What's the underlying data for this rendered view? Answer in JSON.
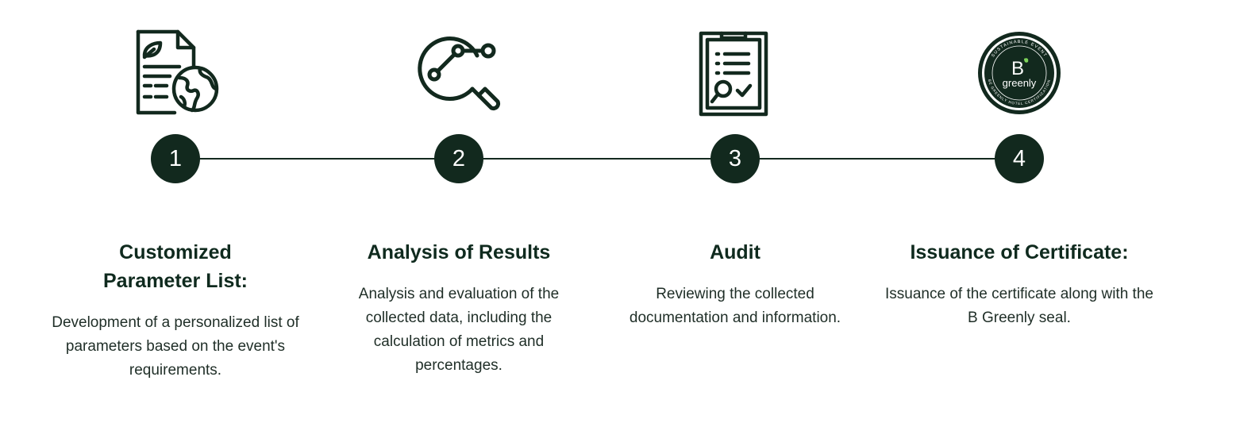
{
  "steps": [
    {
      "number": "1",
      "icon": "document-globe-icon",
      "title": "Customized Parameter List:",
      "description": "Development of a personalized list of parameters based on the event's requirements."
    },
    {
      "number": "2",
      "icon": "magnifier-analysis-icon",
      "title": "Analysis of Results",
      "description": "Analysis and evaluation of the collected data, including the calculation of metrics and percentages."
    },
    {
      "number": "3",
      "icon": "clipboard-audit-icon",
      "title": "Audit",
      "description": "Reviewing the collected documentation and information."
    },
    {
      "number": "4",
      "icon": "b-greenly-seal-icon",
      "title": "Issuance of Certificate:",
      "description": "Issuance of the certificate along with the B Greenly seal.",
      "seal": {
        "brand_mark": "B",
        "brand_name": "greenly",
        "ring_top": "SUSTAINABLE EVENT",
        "ring_bottom": "BE GREENLY HOTEL CERTIFICATION"
      }
    }
  ],
  "colors": {
    "dark_green": "#12291e",
    "text": "#1f2e27",
    "accent_leaf": "#7dd35a"
  }
}
